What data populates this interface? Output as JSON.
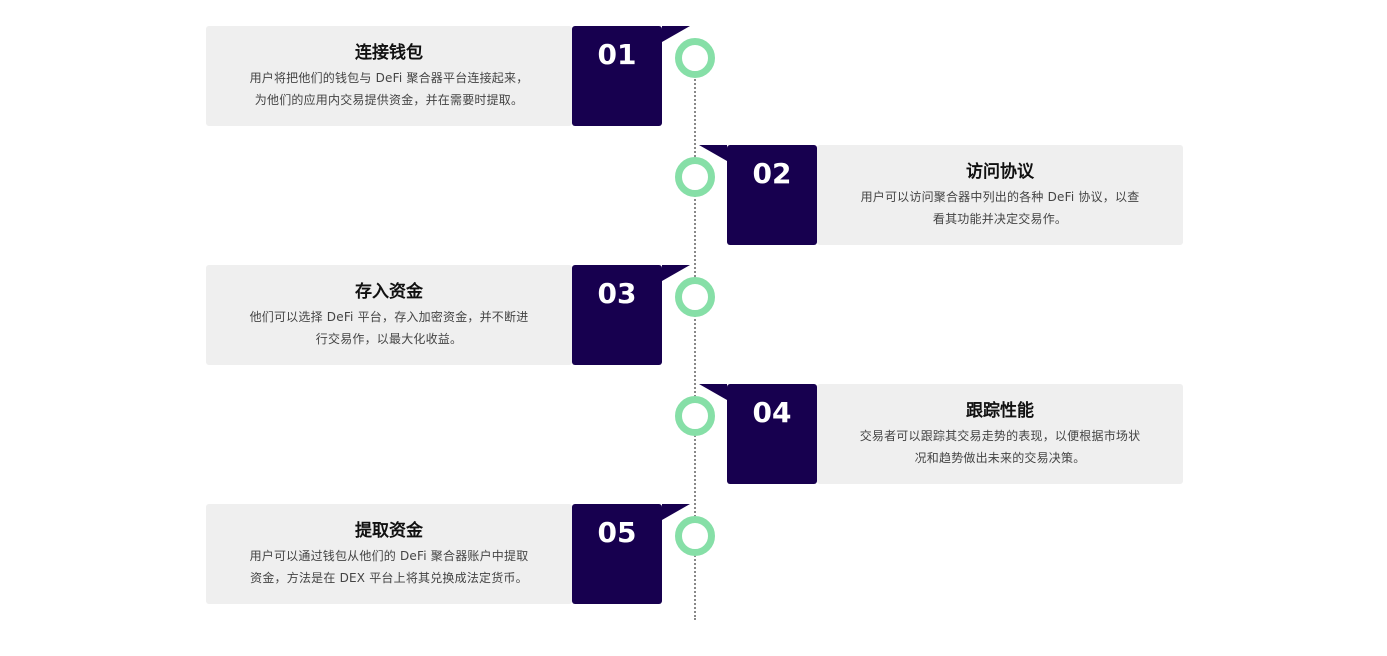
{
  "steps": [
    {
      "number": "01",
      "title": "连接钱包",
      "desc_line1": "用户将把他们的钱包与 DeFi 聚合器平台连接起来，",
      "desc_line2": "为他们的应用内交易提供资金，并在需要时提取。"
    },
    {
      "number": "02",
      "title": "访问协议",
      "desc_line1": "用户可以访问聚合器中列出的各种 DeFi 协议，以查",
      "desc_line2": "看其功能并决定交易作。"
    },
    {
      "number": "03",
      "title": "存入资金",
      "desc_line1": "他们可以选择 DeFi 平台，存入加密资金，并不断进",
      "desc_line2": "行交易作，以最大化收益。"
    },
    {
      "number": "04",
      "title": "跟踪性能",
      "desc_line1": "交易者可以跟踪其交易走势的表现，以便根据市场状",
      "desc_line2": "况和趋势做出未来的交易决策。"
    },
    {
      "number": "05",
      "title": "提取资金",
      "desc_line1": "用户可以通过钱包从他们的 DeFi 聚合器账户中提取",
      "desc_line2": "资金，方法是在 DEX 平台上将其兑换成法定货币。"
    }
  ],
  "colors": {
    "number_bg": "#17004f",
    "card_bg": "#efefef",
    "circle": "#86dfa7",
    "line": "#888888"
  }
}
